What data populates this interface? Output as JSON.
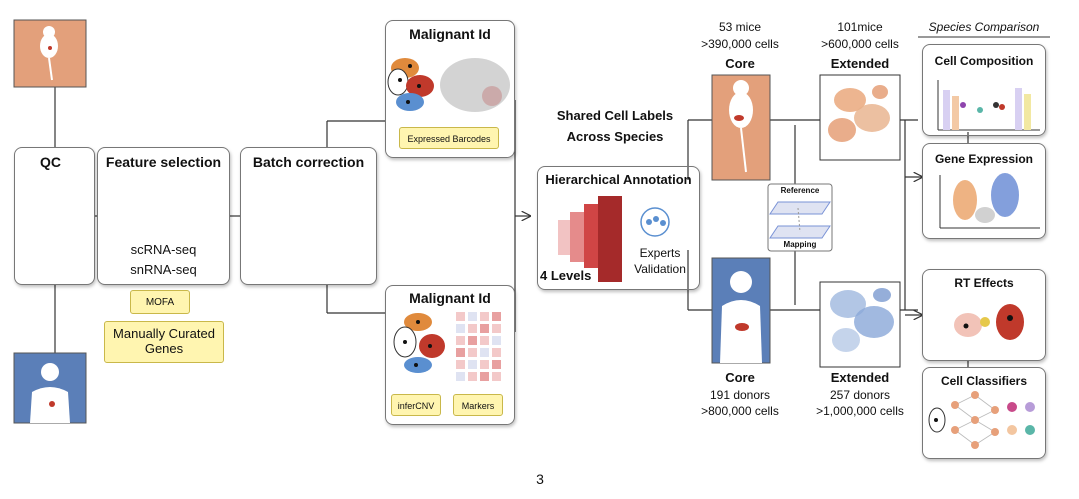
{
  "left_column": {
    "qc_title": "QC"
  },
  "feature_selection": {
    "title": "Feature selection",
    "line1": "scRNA-seq",
    "line2": "snRNA-seq"
  },
  "mofa_label": "MOFA",
  "manually_curated": {
    "line1": "Manually Curated",
    "line2": "Genes"
  },
  "batch_correction": {
    "title": "Batch correction"
  },
  "malignant_top": {
    "title": "Malignant Id",
    "tag": "Expressed Barcodes"
  },
  "malignant_bottom": {
    "title": "Malignant Id",
    "tag1": "inferCNV",
    "tag2": "Markers"
  },
  "shared_labels": {
    "line1": "Shared Cell Labels",
    "line2": "Across Species"
  },
  "hier": {
    "title": "Hierarchical Annotation",
    "levels": "4 Levels",
    "experts1": "Experts",
    "experts2": "Validation"
  },
  "mice_core": {
    "count1": "53 mice",
    "count2": ">390,000 cells",
    "label": "Core"
  },
  "mice_ext": {
    "count1": "101mice",
    "count2": ">600,000 cells",
    "label": "Extended"
  },
  "human_core": {
    "label": "Core",
    "count1": "191 donors",
    "count2": ">800,000 cells"
  },
  "human_ext": {
    "label": "Extended",
    "count1": "257 donors",
    "count2": ">1,000,000 cells"
  },
  "refmap": {
    "reference": "Reference",
    "mapping": "Mapping"
  },
  "species": {
    "header": "Species Comparison",
    "items": [
      "Cell Composition",
      "Gene Expression",
      "RT Effects",
      "Cell Classifiers"
    ]
  },
  "page_number": "3",
  "colors": {
    "mouse_bg": "#e3a07b",
    "human_bg": "#5b7fb8",
    "red": "#c0392b",
    "orange": "#e08a3c",
    "blue": "#5a8fd0"
  }
}
